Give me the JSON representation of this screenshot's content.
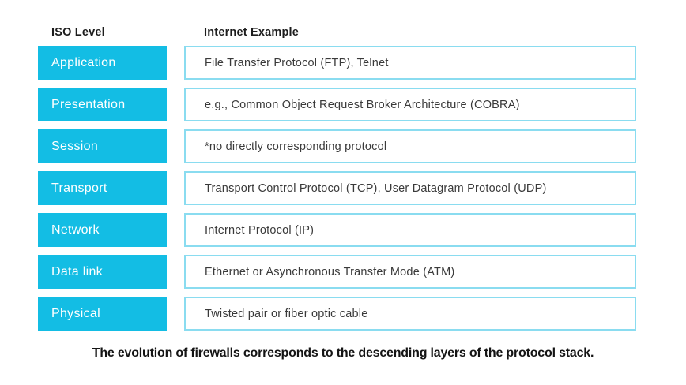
{
  "header": {
    "iso_level": "ISO Level",
    "internet_example": "Internet Example"
  },
  "rows": [
    {
      "level": "Application",
      "example": "File Transfer Protocol (FTP), Telnet"
    },
    {
      "level": "Presentation",
      "example": "e.g., Common Object Request Broker Architecture (COBRA)"
    },
    {
      "level": "Session",
      "example": "*no directly corresponding protocol"
    },
    {
      "level": "Transport",
      "example": "Transport Control Protocol (TCP), User Datagram Protocol (UDP)"
    },
    {
      "level": "Network",
      "example": "Internet Protocol (IP)"
    },
    {
      "level": "Data link",
      "example": "Ethernet or Asynchronous Transfer Mode (ATM)"
    },
    {
      "level": "Physical",
      "example": "Twisted pair or fiber optic cable"
    }
  ],
  "caption": "The evolution of firewalls corresponds to the descending layers of the protocol stack.",
  "colors": {
    "level_box_fill": "#13bde4",
    "example_box_border": "#8adcf0",
    "level_text": "#ffffff",
    "text": "#3a3a3a"
  }
}
